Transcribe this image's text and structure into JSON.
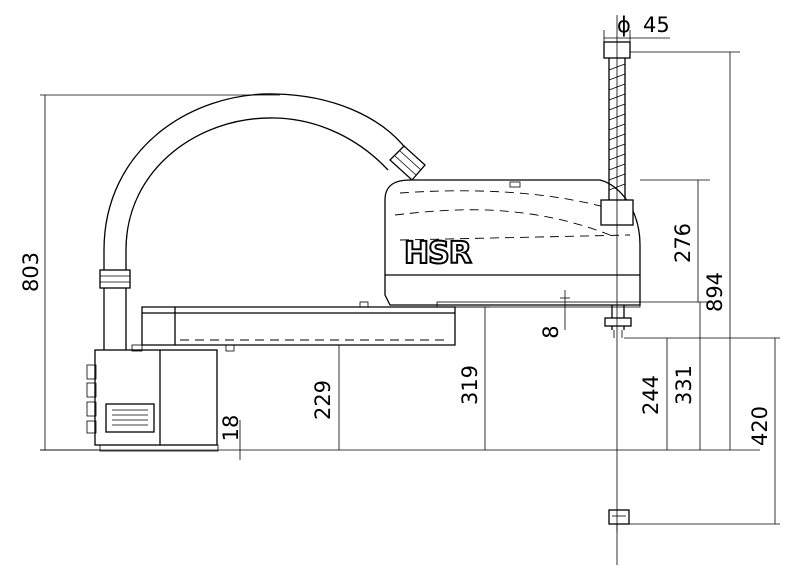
{
  "drawing": {
    "logo_text": "HSR",
    "dimensions": {
      "shaft_diameter": "45",
      "overall_height": "803",
      "arm_height": "276",
      "total_height": "894",
      "gap": "8",
      "base_flange": "18",
      "arm1_height": "229",
      "arm2_height": "319",
      "stroke_bottom": "244",
      "tool_height": "331",
      "max_reach": "420"
    }
  }
}
